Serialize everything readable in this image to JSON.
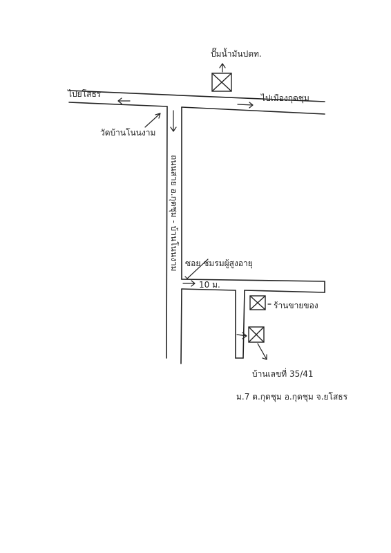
{
  "map": {
    "labels": {
      "top_landmark": "ปั๊มน้ำมันปตท.",
      "road_left": "ไปยโสธร",
      "road_right": "ไปเมืองกุดชุม",
      "temple": "วัดบ้านโนนงาม",
      "main_road": "ถนนสาย อ.กุดชุม - บ้านโนนงาม",
      "soi": "ซอย ชมรมผู้สูงอายุ",
      "distance": "10 ม.",
      "shop": "ร้านขายของ",
      "house_line1": "บ้านเลขที่ 35/41",
      "house_line2": "ม.7 ต.กุดชุม อ.กุดชุม จ.ยโสธร"
    }
  }
}
